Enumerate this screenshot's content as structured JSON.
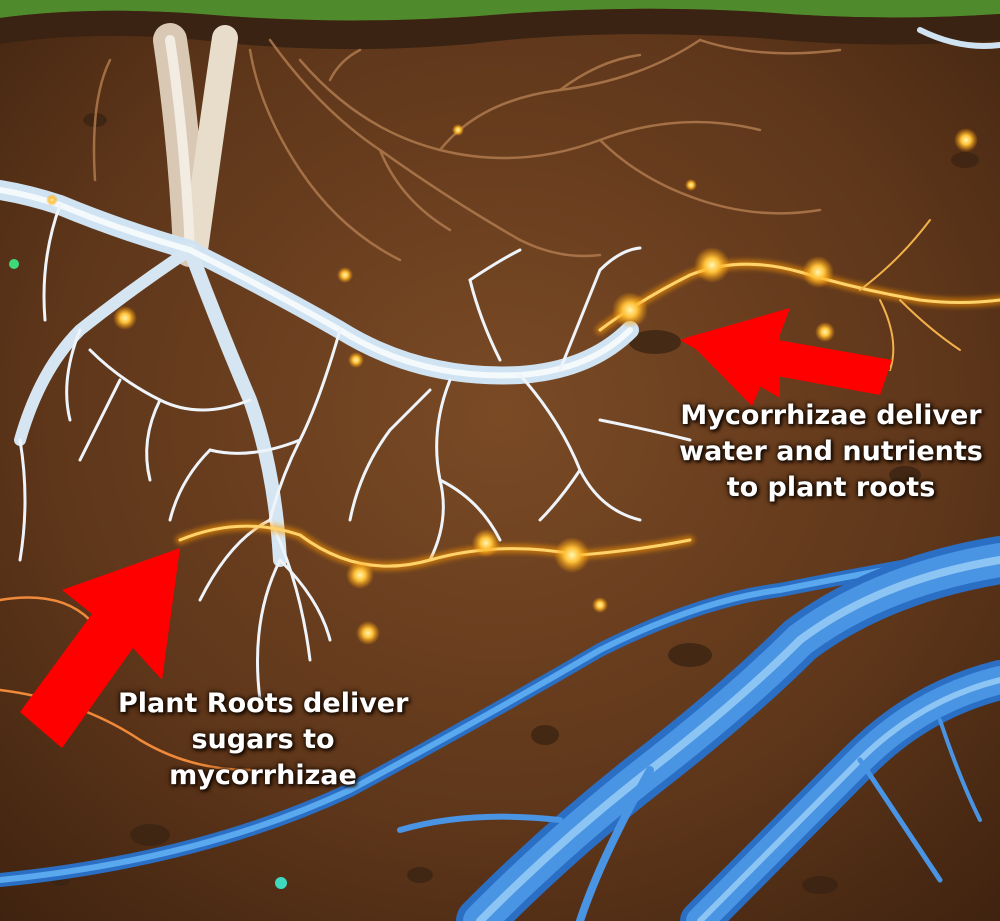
{
  "annotations": {
    "mycorrhizae_label": {
      "line1": "Mycorrhizae deliver",
      "line2": "water and nutrients",
      "line3": "to plant roots"
    },
    "roots_label": {
      "line1": "Plant Roots deliver",
      "line2": "sugars to",
      "line3": "mycorrhizae"
    }
  },
  "colors": {
    "soil": "#5a3318",
    "grass": "#4f8a2c",
    "plant_roots": "#e8f0f8",
    "hyphae_glow": "#ffc23a",
    "water_roots": "#3f8fe0",
    "arrow": "#ff0000",
    "text": "#ffffff"
  }
}
